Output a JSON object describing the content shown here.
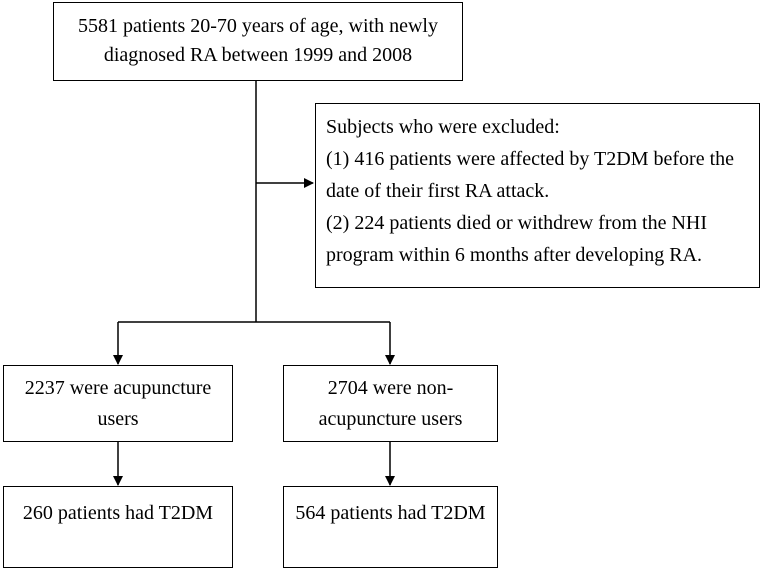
{
  "top_box": {
    "line1": "5581 patients 20-70 years of age, with newly",
    "line2": "diagnosed RA between 1999 and 2008"
  },
  "exclusion_box": {
    "heading": "Subjects who were excluded:",
    "item1_line1": "(1) 416 patients were affected by T2DM before the",
    "item1_line2": "date of their first RA attack.",
    "item2_line1": "(2) 224 patients died or withdrew from the NHI",
    "item2_line2": "program within 6 months after developing RA."
  },
  "acupuncture_box": {
    "line1": "2237 were acupuncture",
    "line2": "users"
  },
  "non_acupuncture_box": {
    "line1": "2704 were non-",
    "line2": "acupuncture users"
  },
  "acupuncture_outcome_box": {
    "line1": "260 patients had T2DM"
  },
  "non_acupuncture_outcome_box": {
    "line1": "564 patients had T2DM"
  }
}
